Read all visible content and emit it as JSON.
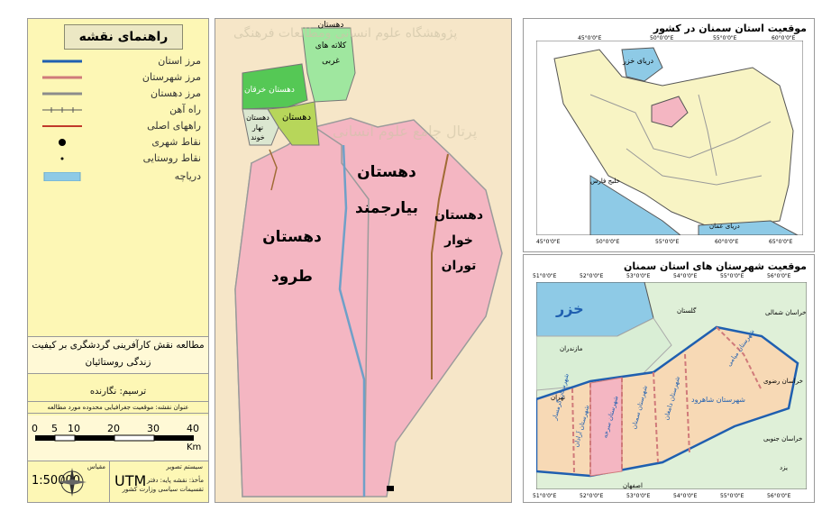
{
  "legend": {
    "title": "راهنمای نقشه",
    "items": [
      {
        "label": "مرز استان",
        "symbol": "line",
        "color": "#1f5fb0"
      },
      {
        "label": "مرز شهرستان",
        "symbol": "line",
        "color": "#d07a7a"
      },
      {
        "label": "مرز دهستان",
        "symbol": "line",
        "color": "#8c8c8c"
      },
      {
        "label": "راه آهن",
        "symbol": "rail",
        "color": "#555555"
      },
      {
        "label": "راههای اصلی",
        "symbol": "line",
        "color": "#c0392b"
      },
      {
        "label": "نقاط شهری",
        "symbol": "dot-big",
        "color": "#000000"
      },
      {
        "label": "نقاط روستایی",
        "symbol": "dot-small",
        "color": "#000000"
      },
      {
        "label": "دریاچه",
        "symbol": "rect",
        "color": "#8ecae6"
      }
    ],
    "study_title": "مطالعه نقش کارآفرینی گردشگری بر کیفیت زندگی روستائیان",
    "author": "ترسیم: نگارنده",
    "figure_caption": "عنوان نقشه: موقعیت جغرافیایی محدوده مورد مطالعه",
    "scale_ticks": [
      "0",
      "5",
      "10",
      "20",
      "30",
      "40"
    ],
    "scale_unit": "Km",
    "scale_label": "مقیاس",
    "scale_value": "1:50000",
    "projection_label": "سیستم تصویر",
    "projection_value": "UTM",
    "source_line_1": "مأخذ: نقشه پایه: دفتر",
    "source_line_2": "تقسیمات سیاسی وزارت کشور"
  },
  "central_map": {
    "regions": [
      {
        "name": "dehestan-top",
        "line1": "دهستان",
        "line2": "کلاته های",
        "line3": "غربی"
      },
      {
        "name": "dehestan-kharqan",
        "line1": "دهستان خرقان"
      },
      {
        "name": "dehestan-center",
        "line1": "دهستان"
      },
      {
        "name": "dehestan-small",
        "line1": "دهستان",
        "line2": "نهار",
        "line3": "خوند"
      },
      {
        "name": "dehestan-torud",
        "line1": "دهستان",
        "line2": "طرود"
      },
      {
        "name": "dehestan-biarjomand",
        "line1": "دهستان",
        "line2": "بیارجمند"
      },
      {
        "name": "dehestan-khar-turan",
        "line1": "دهستان",
        "line2": "خوار",
        "line3": "توران"
      }
    ],
    "watermark_1": "پژوهشگاه علوم انسانی ومطالعات فرهنگی",
    "watermark_2": "پرتال جامع علوم انسانی"
  },
  "iran_map": {
    "title": "موقعیت استان سمنان در کشور",
    "caspian": "دریای خزر",
    "gulf": "خلیج فارس",
    "oman": "دریای عمان",
    "top_ticks": [
      "45°0'0\"E",
      "50°0'0\"E",
      "55°0'0\"E",
      "60°0'0\"E"
    ],
    "bottom_ticks": [
      "45°0'0\"E",
      "50°0'0\"E",
      "55°0'0\"E",
      "60°0'0\"E",
      "65°0'0\"E"
    ],
    "highlight_color": "#f4b6c2"
  },
  "semnan_map": {
    "title": "موقعیت شهرستان های استان سمنان",
    "caspian": "خزر",
    "neighbors": [
      "گلستان",
      "مازندران",
      "تهران",
      "اصفهان",
      "یزد",
      "خراسان شمالی",
      "خراسان رضوی",
      "خراسان جنوبی"
    ],
    "counties": [
      "شهرستان گرمسار",
      "شهرستان آرادان",
      "شهرستان سرخه",
      "شهرستان سمنان",
      "شهرستان دامغان",
      "شهرستان شاهرود",
      "شهرستان میامی"
    ],
    "top_ticks": [
      "51°0'0\"E",
      "52°0'0\"E",
      "53°0'0\"E",
      "54°0'0\"E",
      "55°0'0\"E",
      "56°0'0\"E"
    ],
    "bottom_ticks": [
      "51°0'0\"E",
      "52°0'0\"E",
      "53°0'0\"E",
      "54°0'0\"E",
      "55°0'0\"E",
      "56°0'0\"E"
    ]
  }
}
